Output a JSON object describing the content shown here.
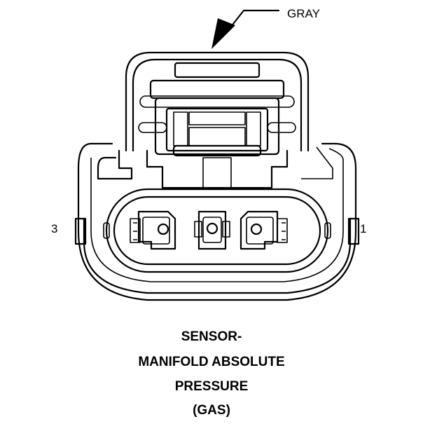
{
  "color_callout": "GRAY",
  "pins": {
    "left": "3",
    "right": "1"
  },
  "caption": {
    "line1": "SENSOR-",
    "line2": "MANIFOLD ABSOLUTE",
    "line3": "PRESSURE",
    "line4": "(GAS)"
  },
  "colors": {
    "line": "#000000",
    "background": "#ffffff"
  }
}
